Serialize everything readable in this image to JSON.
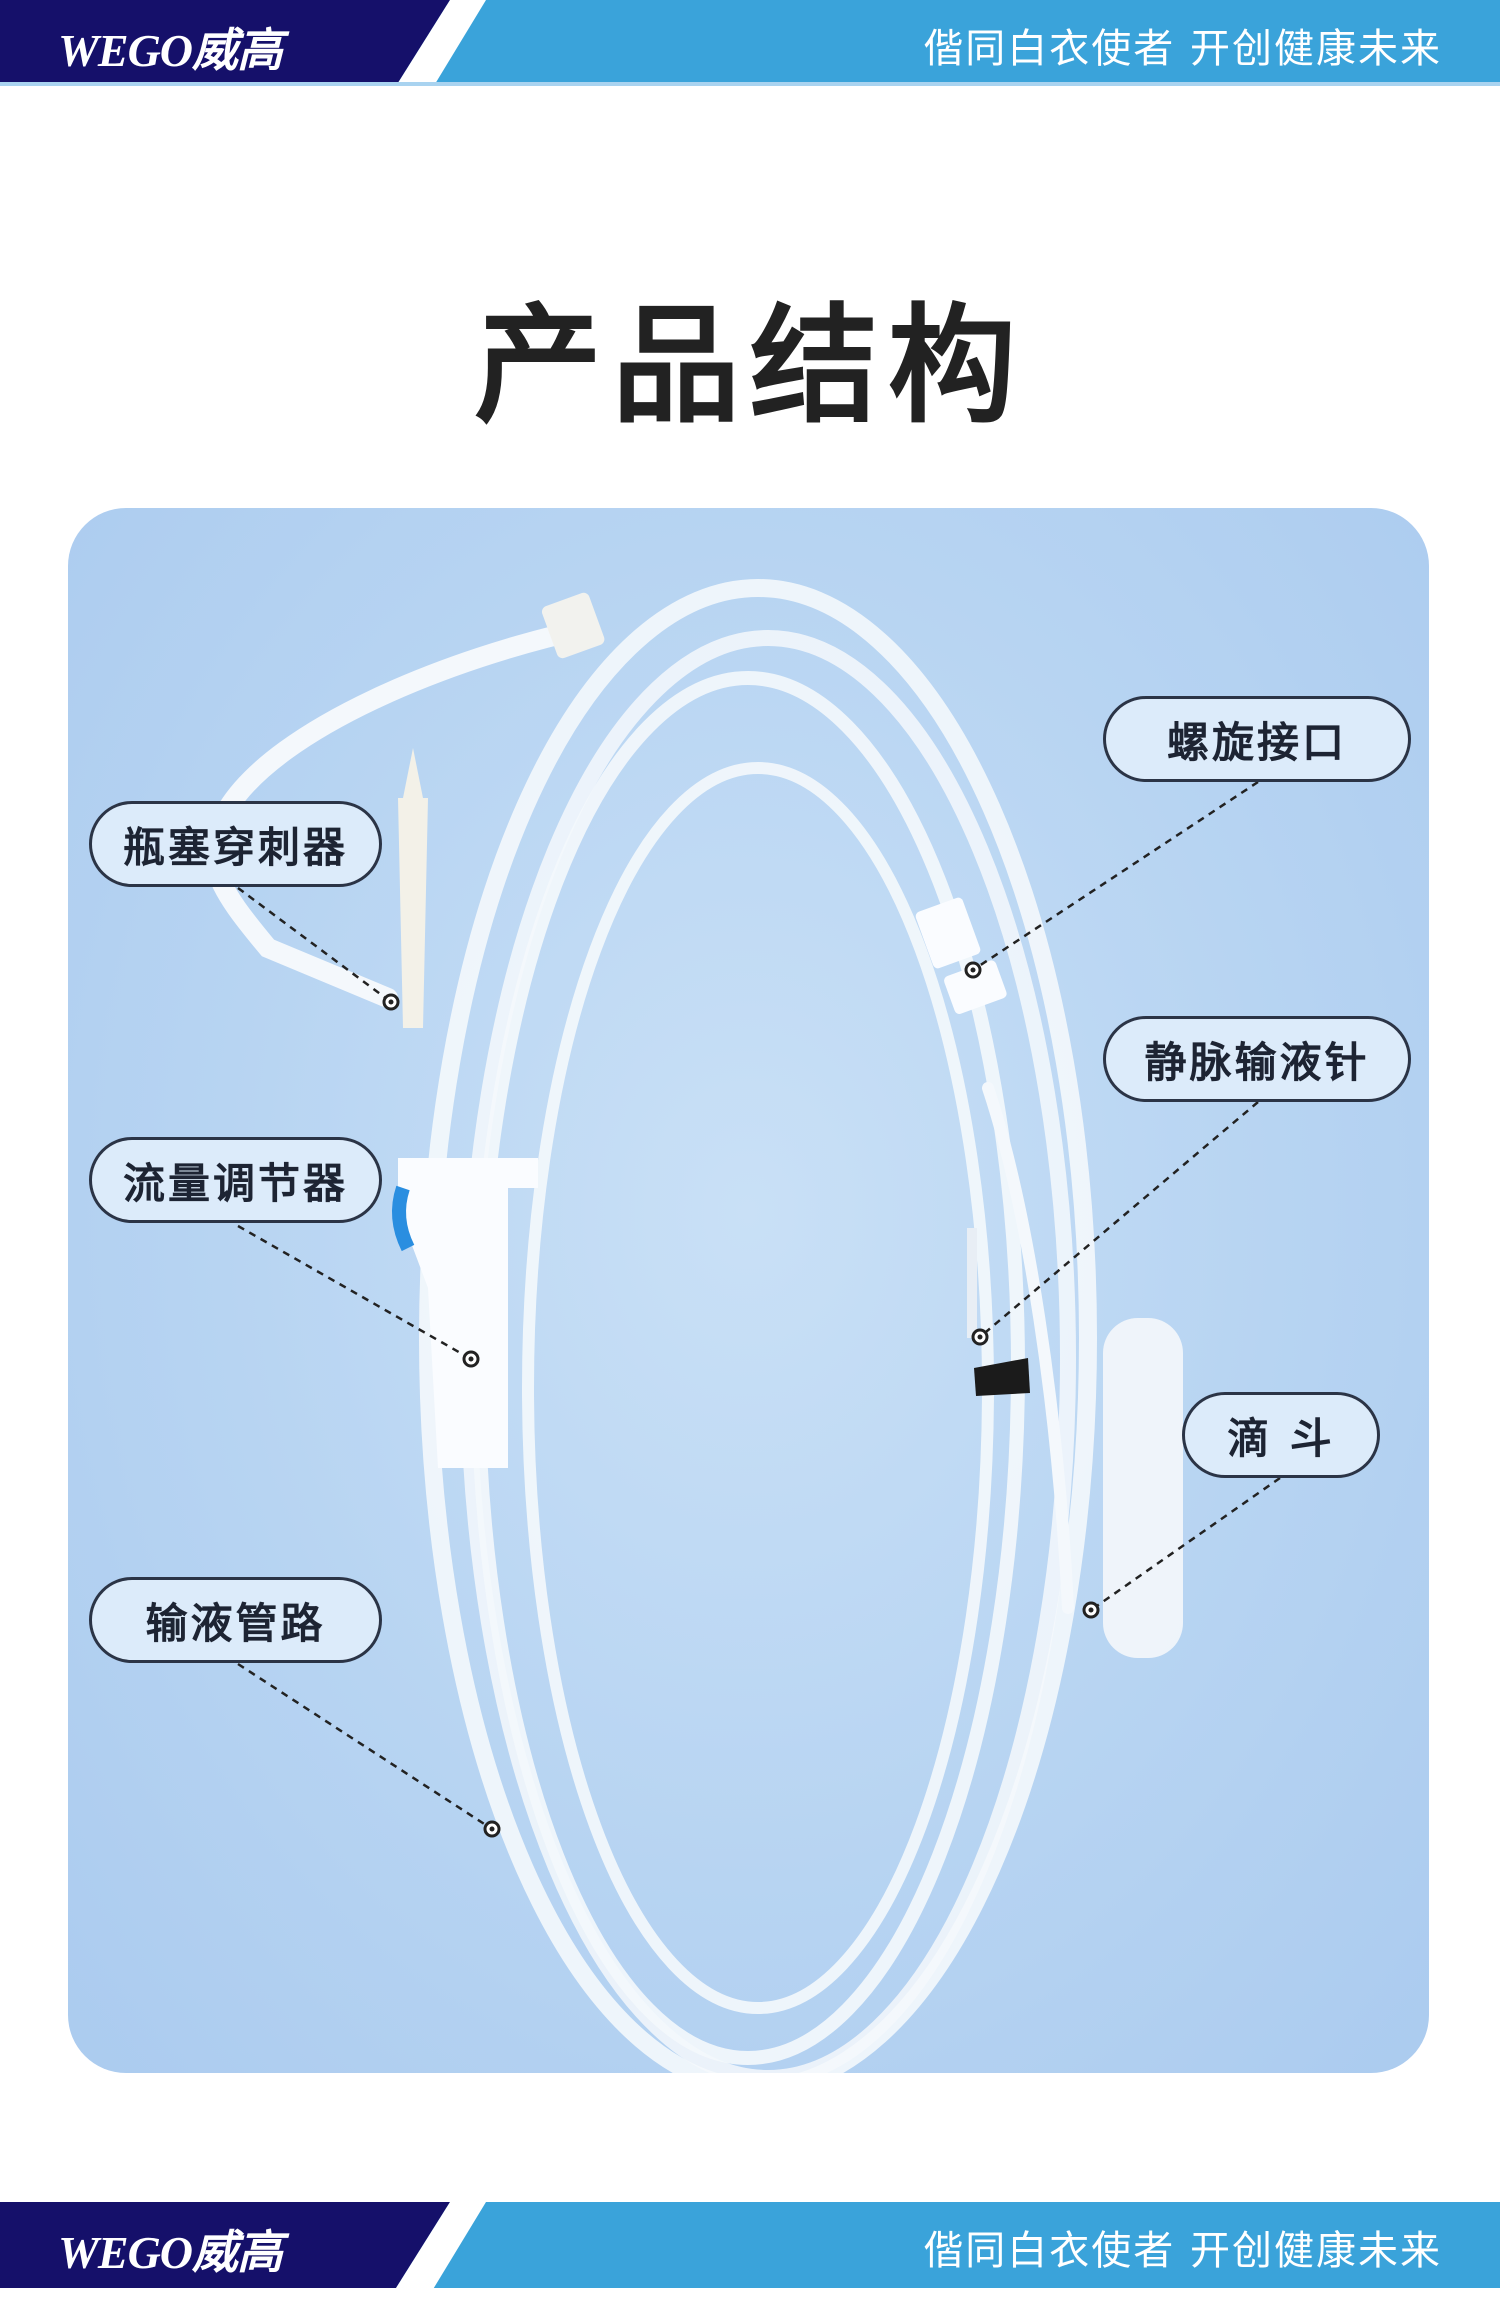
{
  "header": {
    "logo": "WEGO威高",
    "slogan": "偕同白衣使者 开创健康未来"
  },
  "title": "产品结构",
  "labels": {
    "spike": "瓶塞穿刺器",
    "flow_regulator": "流量调节器",
    "tubing": "输液管路",
    "luer_connector": "螺旋接口",
    "iv_needle": "静脉输液针",
    "drip_chamber": "滴 斗"
  },
  "footer": {
    "logo": "WEGO威高",
    "slogan": "偕同白衣使者 开创健康未来"
  },
  "colors": {
    "navy": "#15106a",
    "blue": "#3aa3da",
    "panel": "#b7d4f2"
  }
}
